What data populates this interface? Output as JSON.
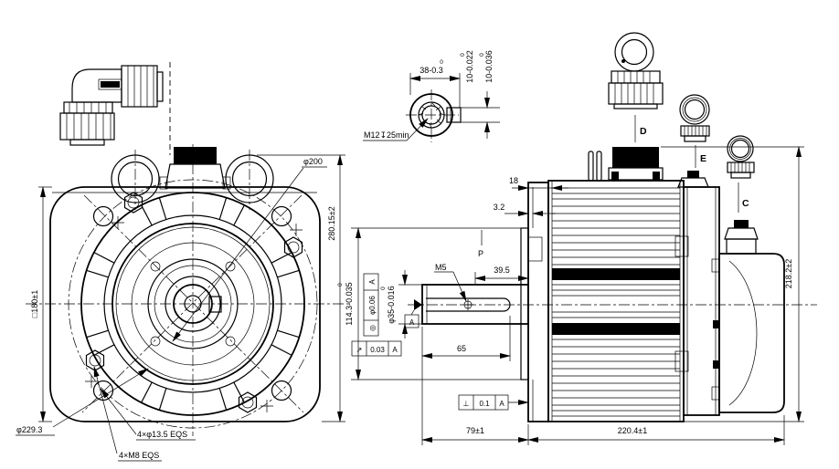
{
  "colors": {
    "line": "#000000",
    "background": "#ffffff"
  },
  "front": {
    "square_size": "□180±1",
    "overall_height": "280.15±2",
    "body_dia": "φ200",
    "corner_dia": "φ229.3",
    "mount_holes": "4×φ13.5 EQS",
    "tap_holes": "4×M8 EQS"
  },
  "shaft_detail": {
    "width": "38-0.3",
    "width_sup": "0",
    "key_top": "10-0.022",
    "key_top_sup": "0",
    "key_side": "10-0.036",
    "key_side_sup": "0",
    "center_tap": "M12↧25min"
  },
  "side": {
    "flange_thk": "18",
    "recess": "3.2",
    "p_label": "P",
    "key_len": "39.5",
    "shaft_tap": "M5",
    "key_total": "65",
    "shaft_len": "79±1",
    "body_len": "220.4±1",
    "total_height": "218.2±2",
    "spigot_dia": "114.3-0.035",
    "spigot_sup": "0",
    "shaft_dia": "φ35-0.016",
    "shaft_sup": "0",
    "datum": "A",
    "fcf_concentricity": {
      "sym": "◎",
      "tol": "φ0.06",
      "datum": "A"
    },
    "fcf_runout": {
      "sym": "↗",
      "tol": "0.03",
      "datum": "A"
    },
    "fcf_perp": {
      "sym": "⊥",
      "tol": "0.1",
      "datum": "A"
    }
  },
  "connectors": {
    "d": "D",
    "e": "E",
    "c": "C"
  }
}
